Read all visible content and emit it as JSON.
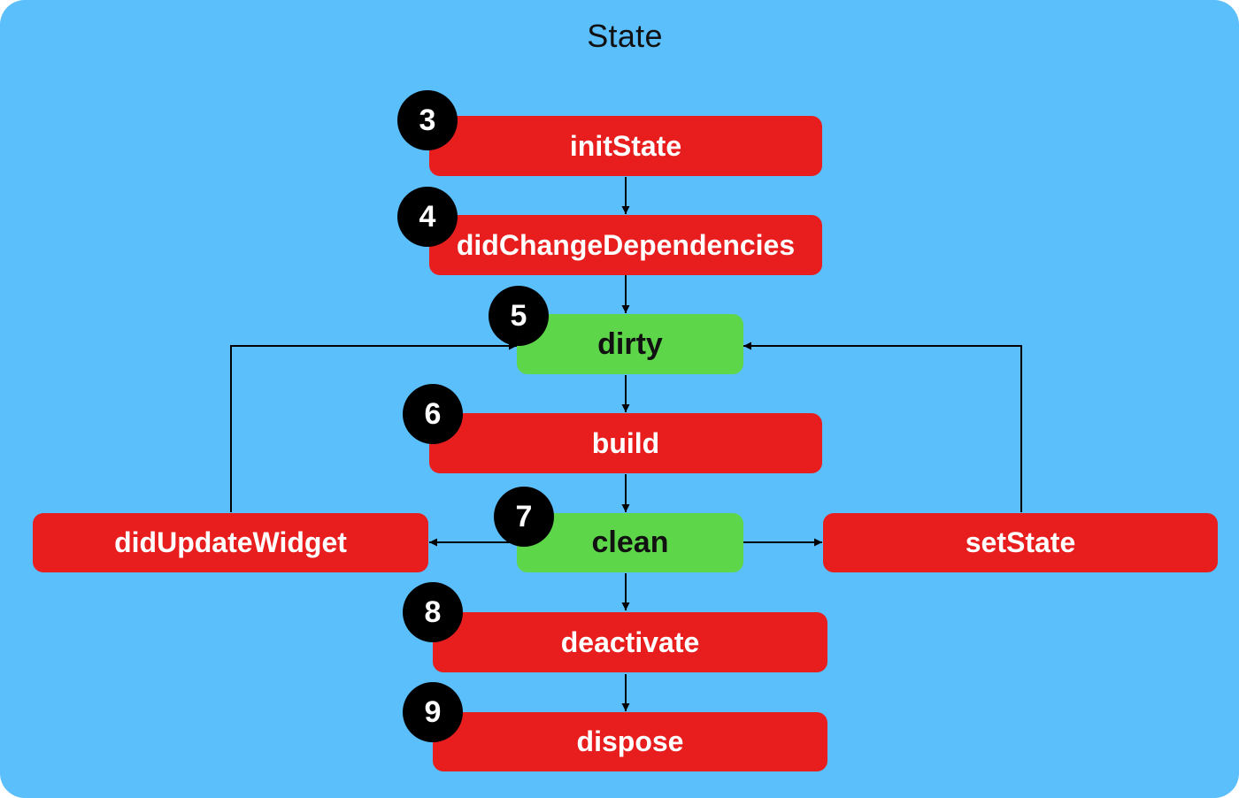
{
  "title": "State",
  "colors": {
    "background": "#5bbffb",
    "method_box": "#e81e1e",
    "state_box": "#5ed64a",
    "badge": "#000000",
    "edge": "#000000"
  },
  "nodes": {
    "init_state": {
      "label": "initState",
      "step": "3"
    },
    "did_change_dependencies": {
      "label": "didChangeDependencies",
      "step": "4"
    },
    "dirty": {
      "label": "dirty",
      "step": "5"
    },
    "build": {
      "label": "build",
      "step": "6"
    },
    "clean": {
      "label": "clean",
      "step": "7"
    },
    "deactivate": {
      "label": "deactivate",
      "step": "8"
    },
    "dispose": {
      "label": "dispose",
      "step": "9"
    },
    "did_update_widget": {
      "label": "didUpdateWidget"
    },
    "set_state": {
      "label": "setState"
    }
  },
  "edges": [
    {
      "from": "initState",
      "to": "didChangeDependencies"
    },
    {
      "from": "didChangeDependencies",
      "to": "dirty"
    },
    {
      "from": "dirty",
      "to": "build"
    },
    {
      "from": "build",
      "to": "clean"
    },
    {
      "from": "clean",
      "to": "deactivate"
    },
    {
      "from": "deactivate",
      "to": "dispose"
    },
    {
      "from": "clean",
      "to": "didUpdateWidget"
    },
    {
      "from": "clean",
      "to": "setState"
    },
    {
      "from": "didUpdateWidget",
      "to": "dirty"
    },
    {
      "from": "setState",
      "to": "dirty"
    }
  ]
}
